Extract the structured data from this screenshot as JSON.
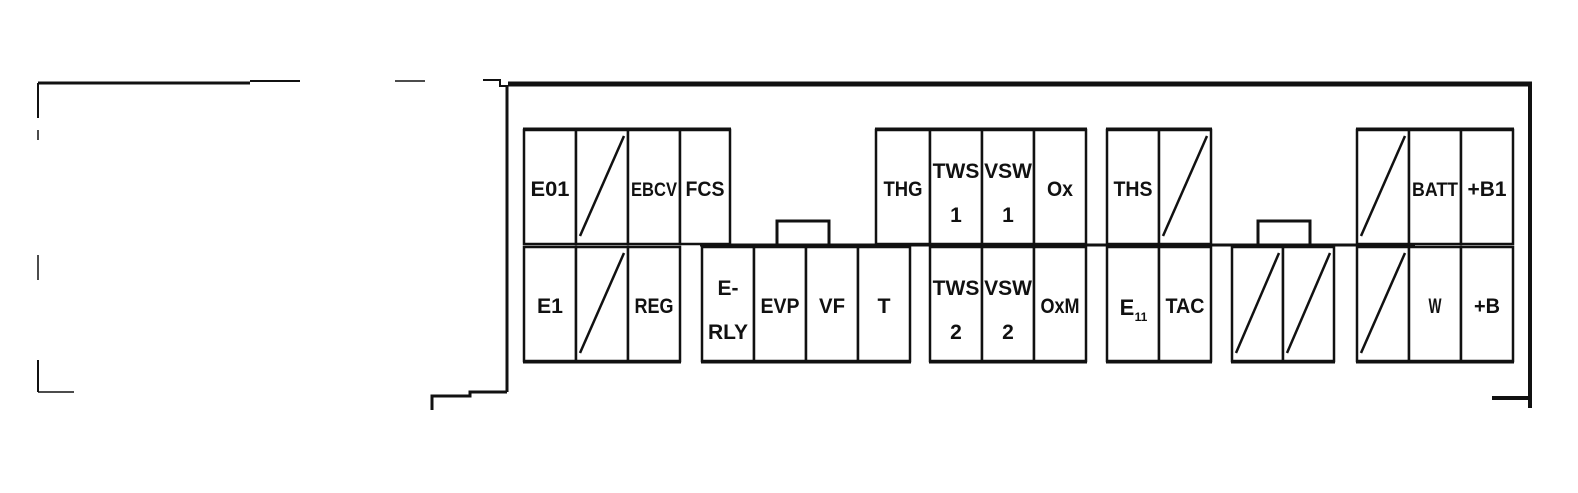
{
  "colors": {
    "line": "#111111",
    "background": "#ffffff"
  },
  "connector": {
    "groups": [
      {
        "id": "group-1",
        "top": [
          {
            "id": "e01",
            "label": "E01"
          },
          {
            "id": "top-blank-1",
            "label": "",
            "blank": true
          },
          {
            "id": "ebcv",
            "label": "EBCV"
          },
          {
            "id": "fcs",
            "label": "FCS"
          }
        ],
        "bottom": [
          {
            "id": "e1",
            "label": "E1"
          },
          {
            "id": "bottom-blank-1",
            "label": "",
            "blank": true
          },
          {
            "id": "reg",
            "label": "REG"
          }
        ]
      },
      {
        "id": "group-2",
        "top": [],
        "bottom": [
          {
            "id": "e-rly",
            "label": "E-",
            "sub": "RLY"
          },
          {
            "id": "evp",
            "label": "EVP"
          },
          {
            "id": "vf",
            "label": "VF"
          },
          {
            "id": "t",
            "label": "T"
          }
        ]
      },
      {
        "id": "group-3",
        "top": [
          {
            "id": "thg",
            "label": "THG"
          },
          {
            "id": "tws1",
            "label": "TWS",
            "sub": "1"
          },
          {
            "id": "vsw1",
            "label": "VSW",
            "sub": "1"
          },
          {
            "id": "ox",
            "label": "Ox"
          }
        ],
        "bottom": [
          {
            "id": "tws2",
            "label": "TWS",
            "sub": "2"
          },
          {
            "id": "vsw2",
            "label": "VSW",
            "sub": "2"
          },
          {
            "id": "oxm",
            "label": "OxM"
          }
        ]
      },
      {
        "id": "group-4",
        "top": [
          {
            "id": "ths",
            "label": "THS"
          },
          {
            "id": "top-blank-2",
            "label": "",
            "blank": true
          }
        ],
        "bottom": [
          {
            "id": "e11",
            "label": "E",
            "subscript": "11"
          },
          {
            "id": "tac",
            "label": "TAC"
          }
        ]
      },
      {
        "id": "group-5",
        "top": [],
        "bottom": [
          {
            "id": "bottom-blank-2",
            "label": "",
            "blank": true
          },
          {
            "id": "bottom-blank-3",
            "label": "",
            "blank": true
          }
        ]
      },
      {
        "id": "group-6",
        "top": [
          {
            "id": "top-blank-3",
            "label": "",
            "blank": true
          },
          {
            "id": "batt",
            "label": "BATT"
          },
          {
            "id": "plus-b1",
            "label": "+B1"
          }
        ],
        "bottom": [
          {
            "id": "bottom-blank-4",
            "label": "",
            "blank": true
          },
          {
            "id": "w",
            "label": "W"
          },
          {
            "id": "plus-b",
            "label": "+B"
          }
        ]
      }
    ]
  }
}
